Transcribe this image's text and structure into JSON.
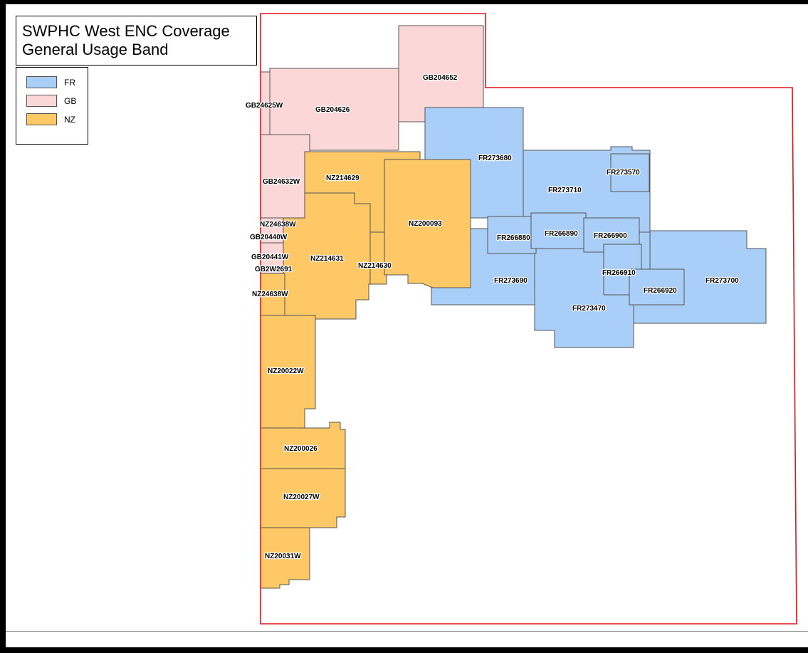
{
  "title": {
    "line1": "SWPHC West ENC Coverage",
    "line2": "General Usage Band"
  },
  "colors": {
    "FR": "#a9cff8",
    "GB": "#fbd7d8",
    "NZ": "#fdc865",
    "boundary": "#e0151c",
    "outline": "#555555"
  },
  "legend": {
    "items": [
      {
        "code": "FR",
        "label": "FR"
      },
      {
        "code": "GB",
        "label": "GB"
      },
      {
        "code": "NZ",
        "label": "NZ"
      }
    ]
  },
  "cells": [
    {
      "id": "GB204652",
      "country": "GB"
    },
    {
      "id": "GB204626",
      "country": "GB"
    },
    {
      "id": "GB24625W",
      "country": "GB"
    },
    {
      "id": "GB24632W",
      "country": "GB"
    },
    {
      "id": "GB20440W",
      "country": "GB"
    },
    {
      "id": "GB20441W",
      "country": "GB"
    },
    {
      "id": "GB2W2691",
      "country": "GB"
    },
    {
      "id": "NZ214629",
      "country": "NZ"
    },
    {
      "id": "NZ200093",
      "country": "NZ"
    },
    {
      "id": "NZ24638W",
      "country": "NZ"
    },
    {
      "id": "NZ214631",
      "country": "NZ"
    },
    {
      "id": "NZ214630",
      "country": "NZ"
    },
    {
      "id": "NZ20022W",
      "country": "NZ"
    },
    {
      "id": "NZ200026",
      "country": "NZ"
    },
    {
      "id": "NZ20027W",
      "country": "NZ"
    },
    {
      "id": "NZ20031W",
      "country": "NZ"
    },
    {
      "id": "FR273680",
      "country": "FR"
    },
    {
      "id": "FR273710",
      "country": "FR"
    },
    {
      "id": "FR273570",
      "country": "FR"
    },
    {
      "id": "FR266880",
      "country": "FR"
    },
    {
      "id": "FR266890",
      "country": "FR"
    },
    {
      "id": "FR266900",
      "country": "FR"
    },
    {
      "id": "FR266910",
      "country": "FR"
    },
    {
      "id": "FR266920",
      "country": "FR"
    },
    {
      "id": "FR273690",
      "country": "FR"
    },
    {
      "id": "FR273470",
      "country": "FR"
    },
    {
      "id": "FR273700",
      "country": "FR"
    }
  ]
}
